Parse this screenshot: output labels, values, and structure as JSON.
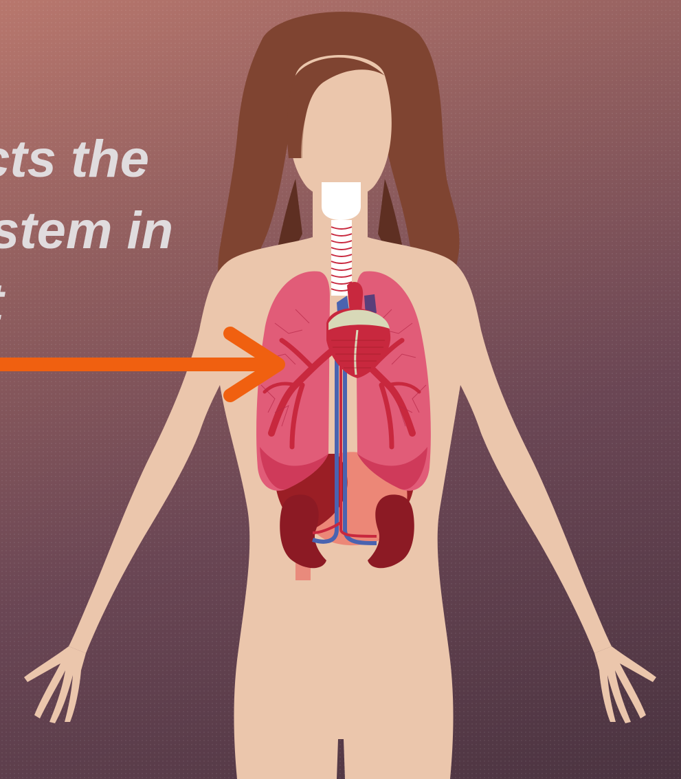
{
  "caption": {
    "line1": "cts the",
    "line2": "stem in",
    "line3": "t"
  },
  "colors": {
    "background_top": "#b8776d",
    "background_bottom": "#4a3340",
    "caption_text": "#e0dcde",
    "arrow": "#f06010",
    "skin": "#ebc6ac",
    "hair": "#7f4431",
    "lungs": "#e15c78",
    "heart": "#c8283e",
    "vein_blue": "#4a63b0"
  },
  "icons": {
    "figure": "human-body-anatomy-illustration",
    "pointer": "arrow-right-icon"
  }
}
